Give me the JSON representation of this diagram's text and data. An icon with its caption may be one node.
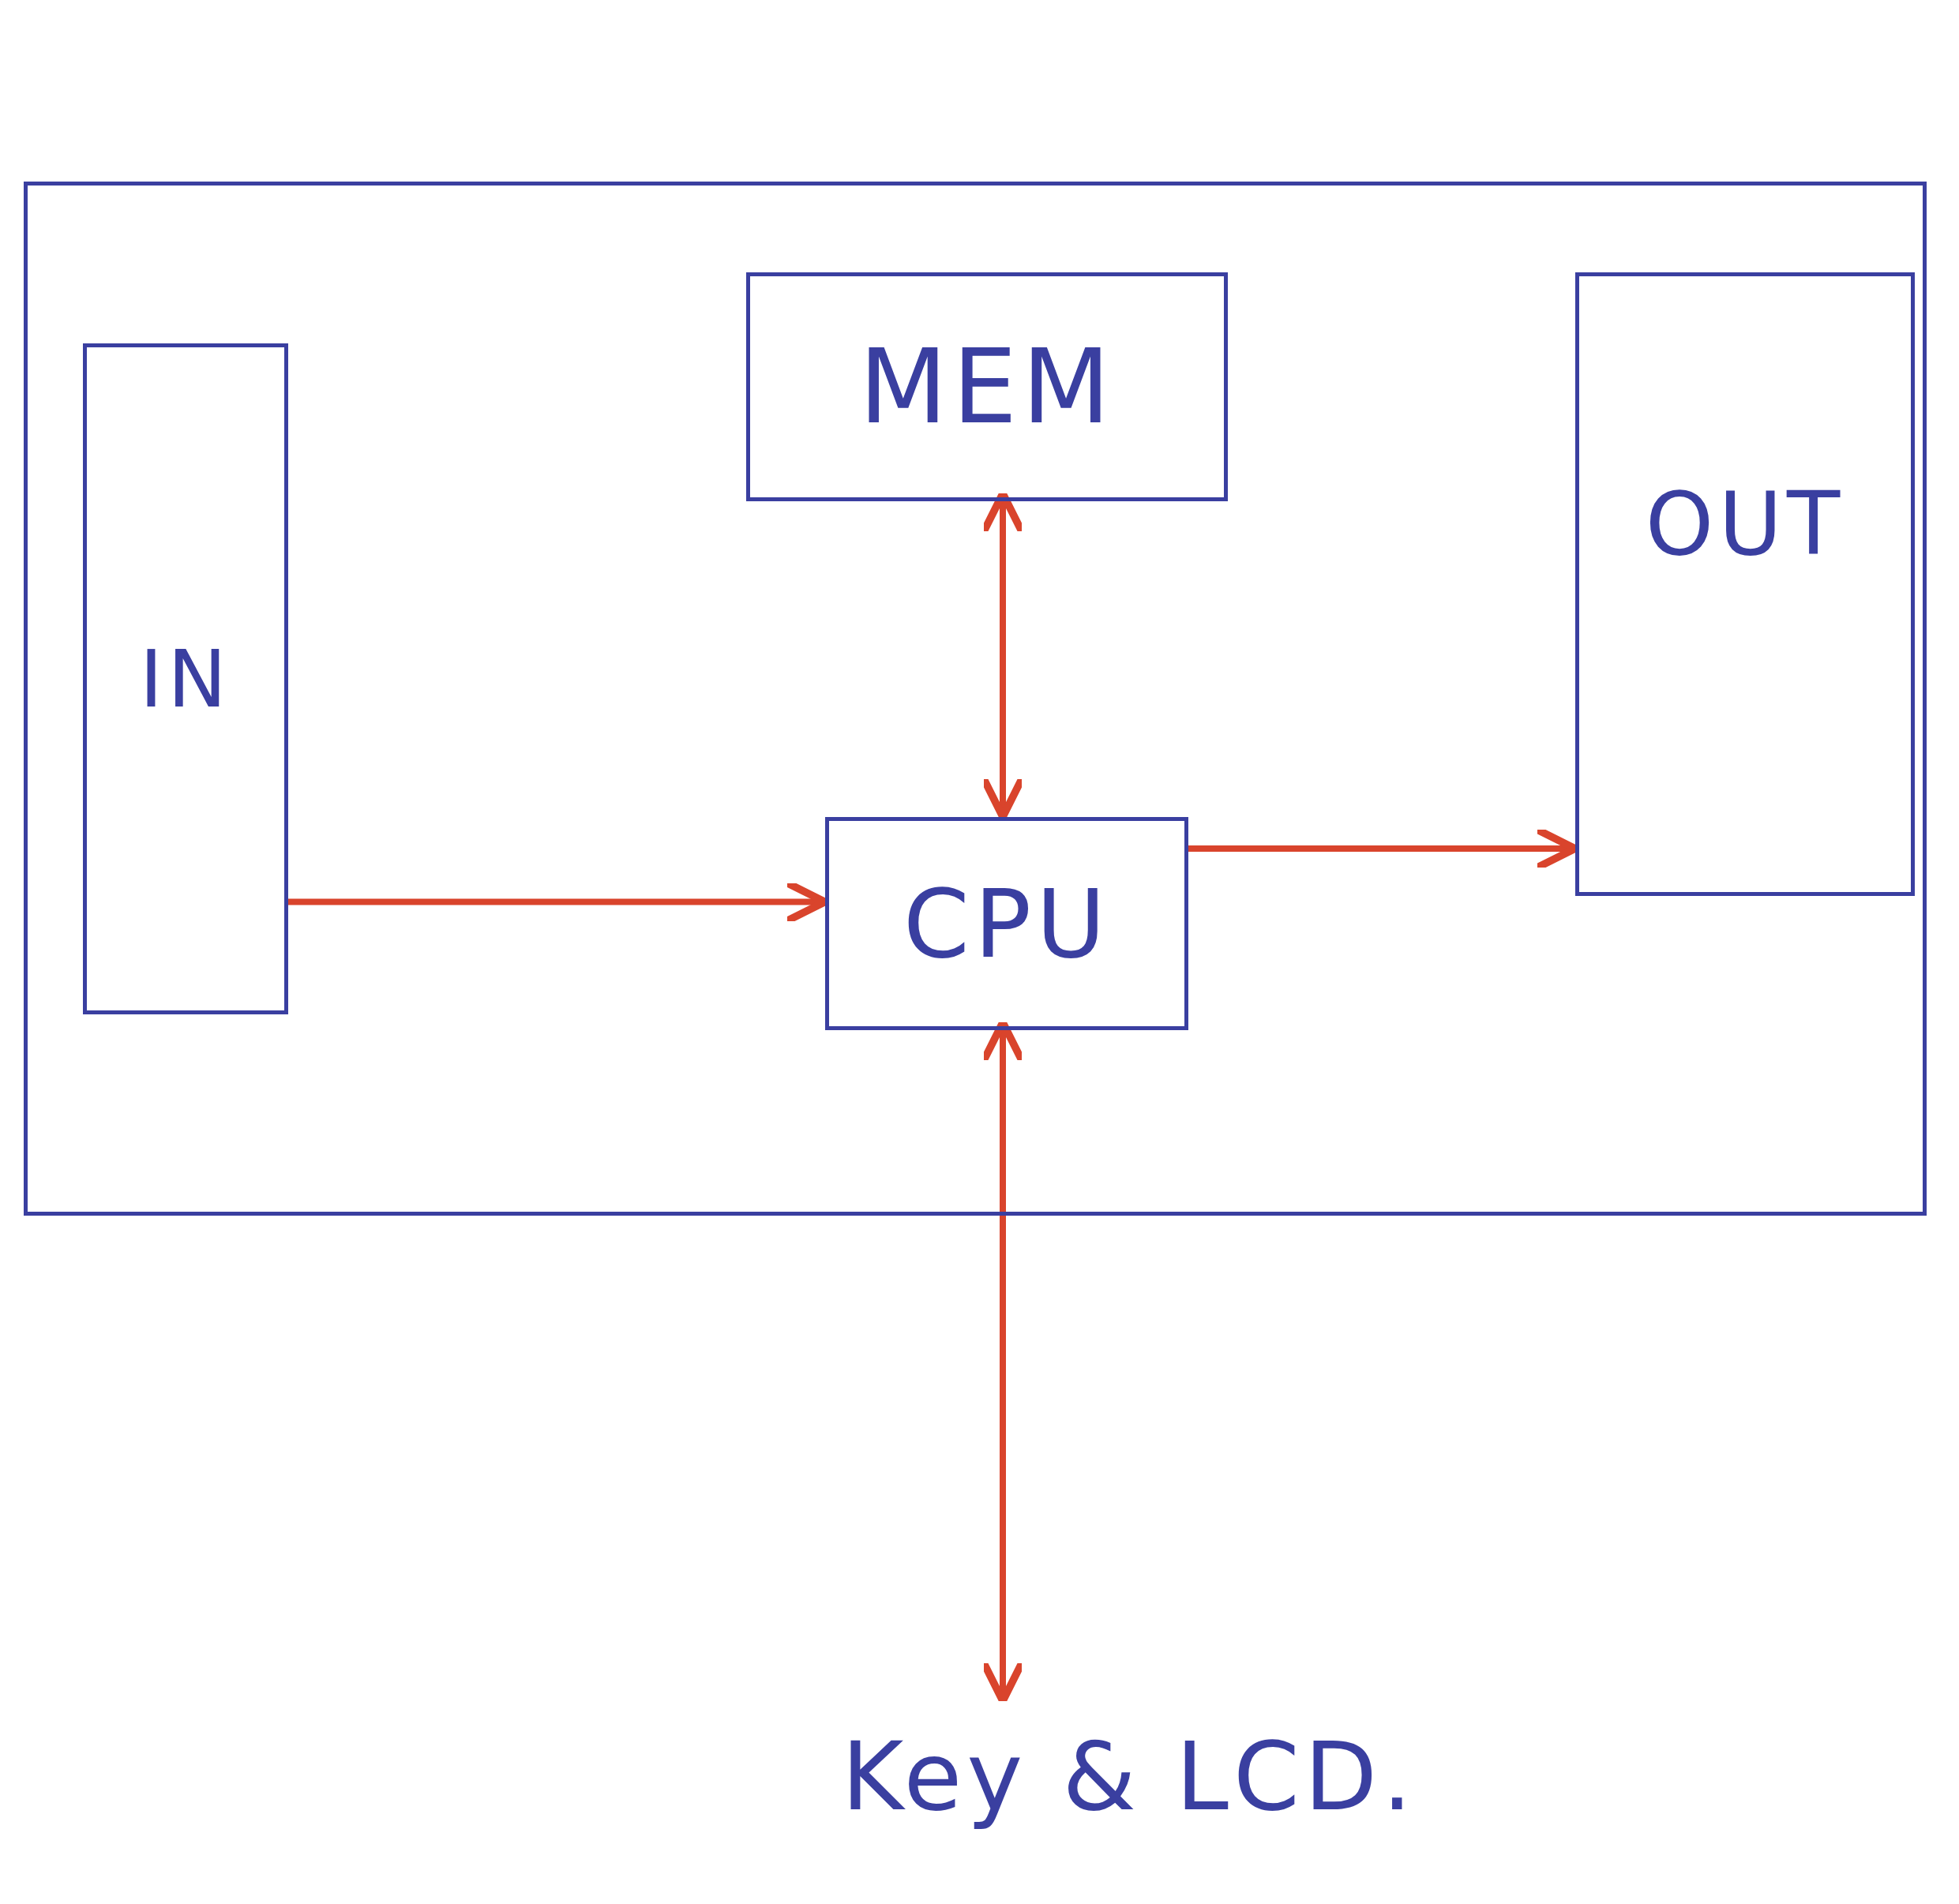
{
  "diagram": {
    "nodes": [
      {
        "text": [],
        "shape": "box"
      },
      {
        "text": [
          "IN"
        ],
        "in": 0
      },
      {
        "text": [
          "MEM"
        ],
        "in": 0
      },
      {
        "text": [
          "CPU"
        ],
        "in": 0
      },
      {
        "text": [
          "OUT"
        ],
        "in": 0
      },
      {
        "text": [
          "Key & LCD."
        ]
      }
    ],
    "edges": [
      {
        "from": 1,
        "to": 3,
        "arrow": "to"
      },
      {
        "from": 2,
        "to": 3,
        "arrow": "both"
      },
      {
        "from": 3,
        "to": 4,
        "arrow": "to"
      },
      {
        "from": 3,
        "to": 5,
        "arrow": "both"
      }
    ]
  }
}
